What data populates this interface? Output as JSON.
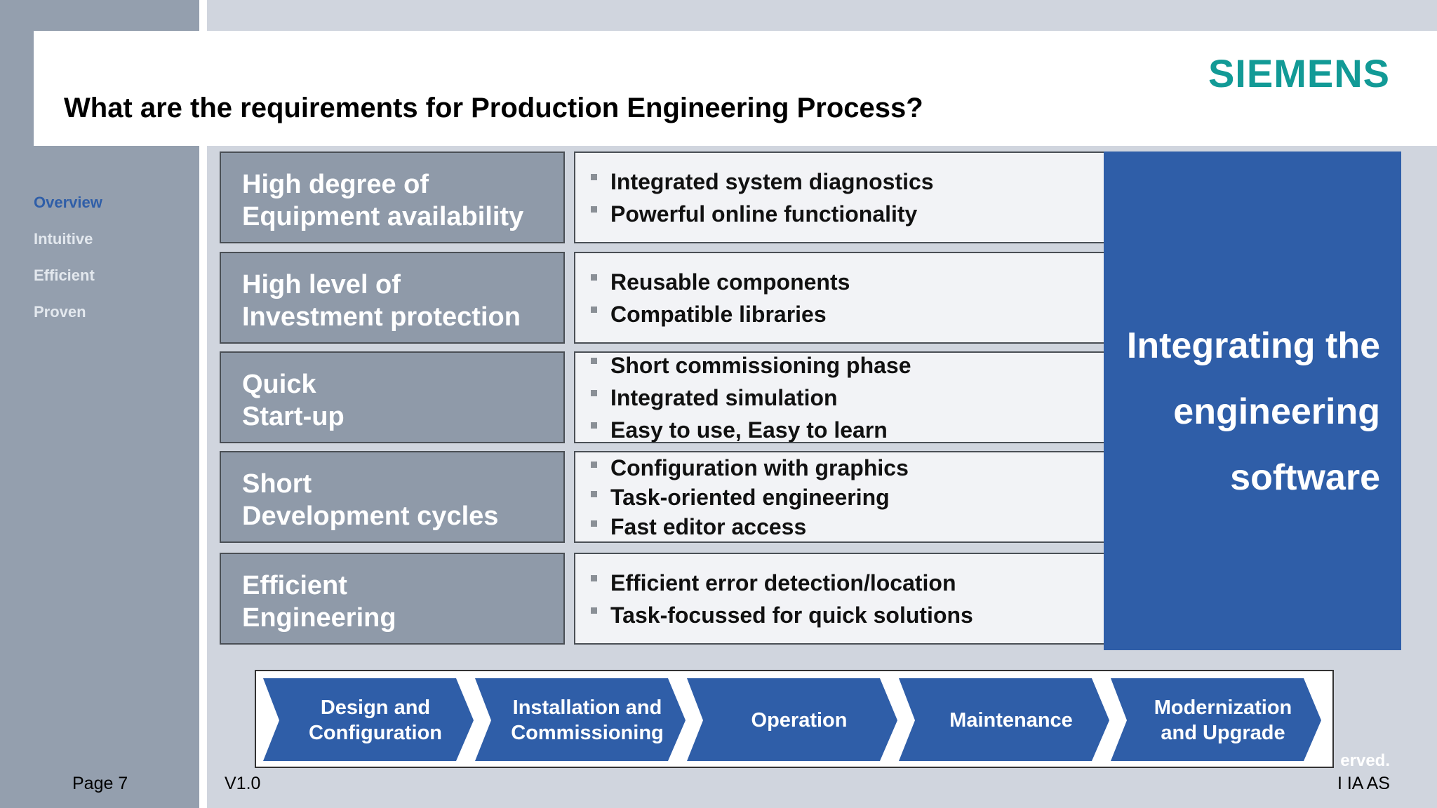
{
  "header": {
    "title": "What are the requirements for Production Engineering Process?",
    "logo": "SIEMENS"
  },
  "nav": [
    {
      "label": "Overview",
      "active": true
    },
    {
      "label": "Intuitive",
      "active": false
    },
    {
      "label": "Efficient",
      "active": false
    },
    {
      "label": "Proven",
      "active": false
    }
  ],
  "rows": [
    {
      "left": "High degree of\nEquipment availability",
      "bullets": [
        "Integrated system diagnostics",
        "Powerful online functionality"
      ]
    },
    {
      "left": "High level of\nInvestment protection",
      "bullets": [
        "Reusable components",
        "Compatible libraries"
      ]
    },
    {
      "left": "Quick\nStart-up",
      "bullets": [
        "Short commissioning phase",
        "Integrated simulation",
        "Easy to use, Easy to learn"
      ]
    },
    {
      "left": "Short\nDevelopment cycles",
      "bullets": [
        "Configuration with graphics",
        "Task-oriented engineering",
        "Fast editor access"
      ]
    },
    {
      "left": "Efficient\nEngineering",
      "bullets": [
        "Efficient error detection/location",
        "Task-focussed for quick solutions"
      ]
    }
  ],
  "blue_panel": {
    "line1": "Integrating the",
    "line2": "engineering",
    "line3": "software"
  },
  "process": [
    "Design and\nConfiguration",
    "Installation and\nCommissioning",
    "Operation",
    "Maintenance",
    "Modernization\nand Upgrade"
  ],
  "footer": {
    "page": "Page 7",
    "version": "V1.0",
    "right_top": "erved.",
    "right_bottom": "I IA AS"
  },
  "colors": {
    "blue": "#2f5ea8",
    "teal": "#129a96",
    "card_grey": "#8f9aa9"
  }
}
